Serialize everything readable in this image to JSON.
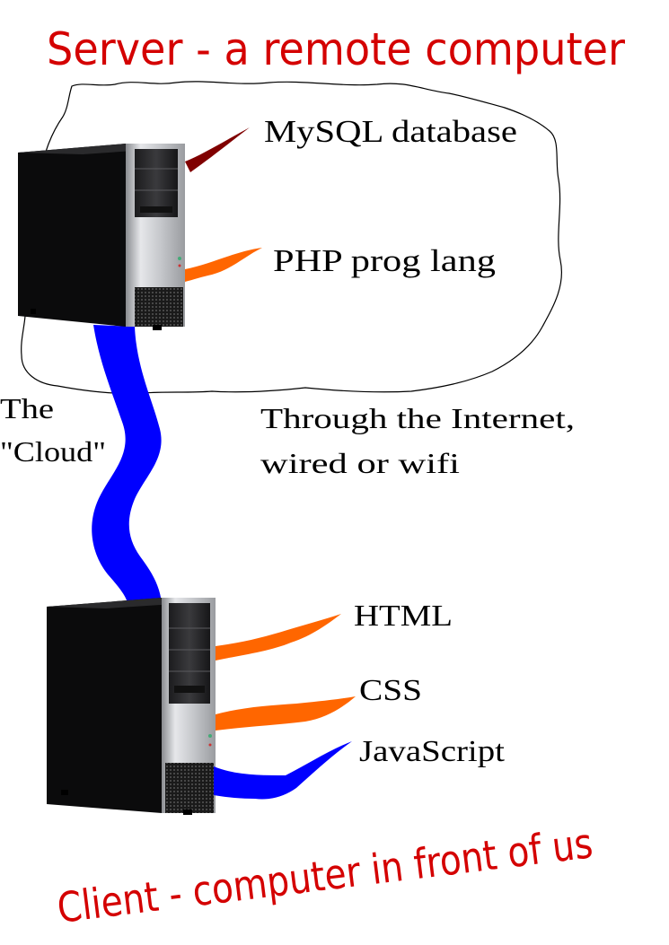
{
  "server_title": "Server - a remote computer",
  "client_title": "Client - computer in front of us",
  "server_stack": {
    "database": "MySQL  database",
    "language": "PHP  prog  lang"
  },
  "cloud": {
    "label_line1": "The",
    "label_line2": "\"Cloud\""
  },
  "connection": {
    "line1": "Through  the  Internet,",
    "line2": "wired  or  wifi"
  },
  "client_stack": {
    "html": "HTML",
    "css": "CSS",
    "js": "JavaScript"
  },
  "colors": {
    "title_red": "#d40000",
    "db_link": "#800000",
    "orange_link": "#ff6600",
    "blue_link": "#0000ff"
  },
  "icons": [
    "server-tower-icon",
    "client-tower-icon",
    "cloud-outline-icon"
  ]
}
